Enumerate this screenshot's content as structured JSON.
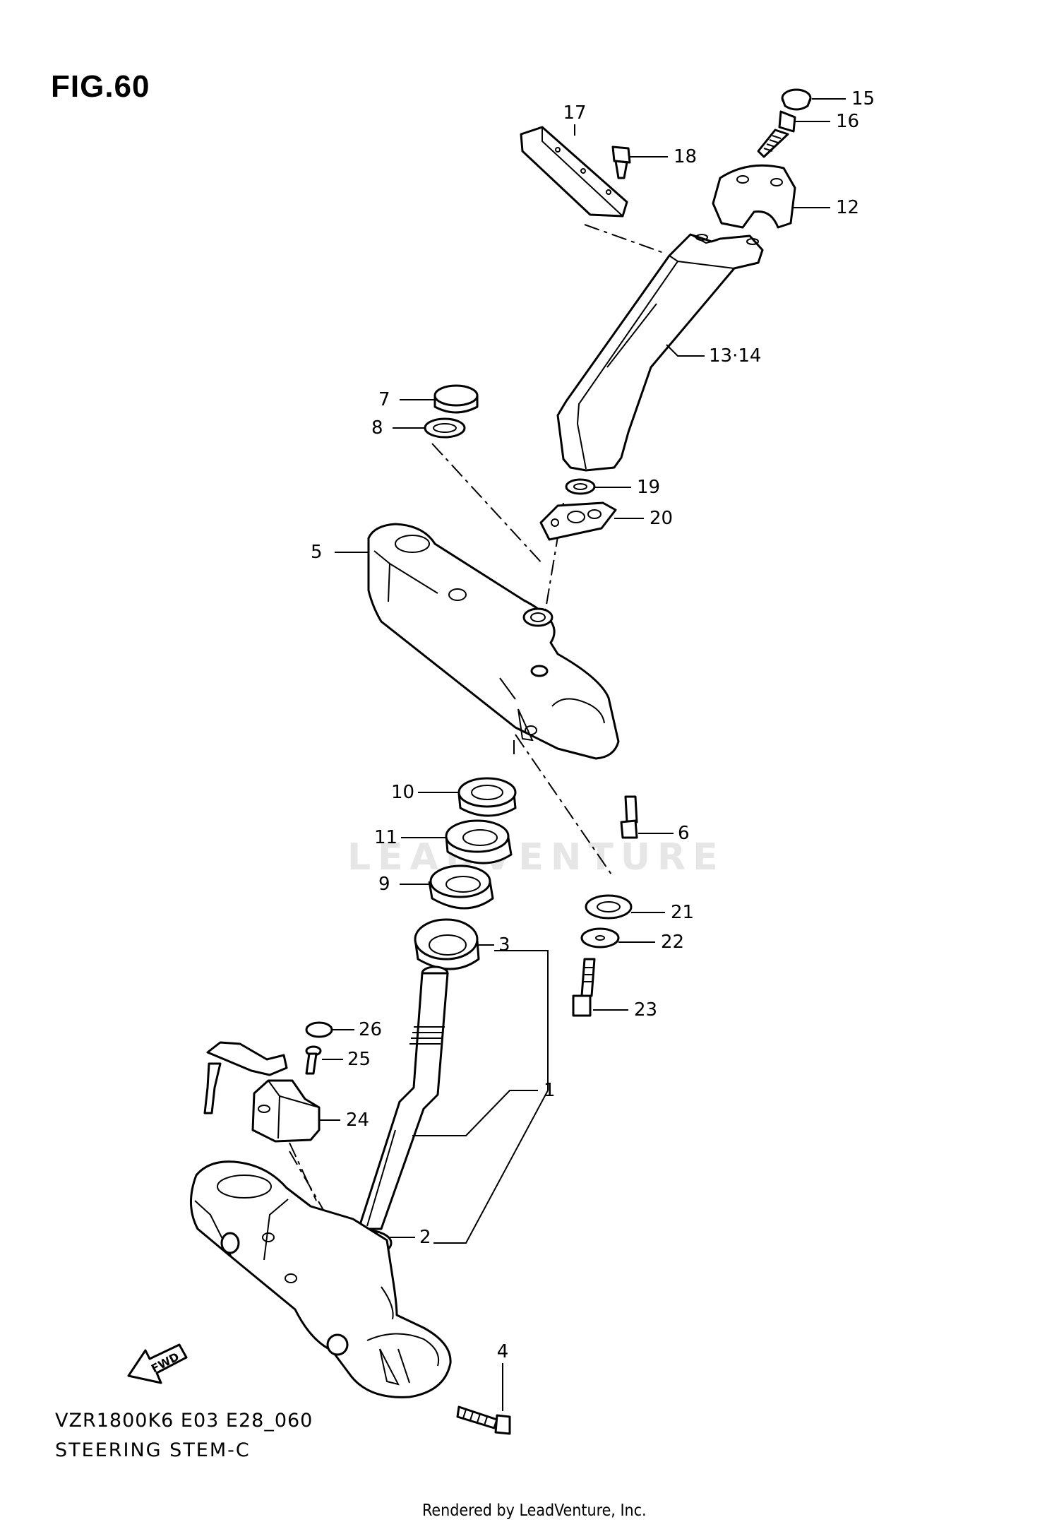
{
  "figure": {
    "title": "FIG.60",
    "model_code": "VZR1800K6 E03 E28_060",
    "subtitle": "STEERING STEM-C",
    "footer": "Rendered by LeadVenture, Inc.",
    "watermark": "LEADVENTURE",
    "fwd_label": "FWD"
  },
  "callouts": [
    {
      "label": "1"
    },
    {
      "label": "2"
    },
    {
      "label": "3"
    },
    {
      "label": "4"
    },
    {
      "label": "5"
    },
    {
      "label": "6"
    },
    {
      "label": "7"
    },
    {
      "label": "8"
    },
    {
      "label": "9"
    },
    {
      "label": "10"
    },
    {
      "label": "11"
    },
    {
      "label": "12"
    },
    {
      "label": "13·14"
    },
    {
      "label": "15"
    },
    {
      "label": "16"
    },
    {
      "label": "17"
    },
    {
      "label": "18"
    },
    {
      "label": "19"
    },
    {
      "label": "20"
    },
    {
      "label": "21"
    },
    {
      "label": "22"
    },
    {
      "label": "23"
    },
    {
      "label": "24"
    },
    {
      "label": "25"
    },
    {
      "label": "26"
    }
  ]
}
